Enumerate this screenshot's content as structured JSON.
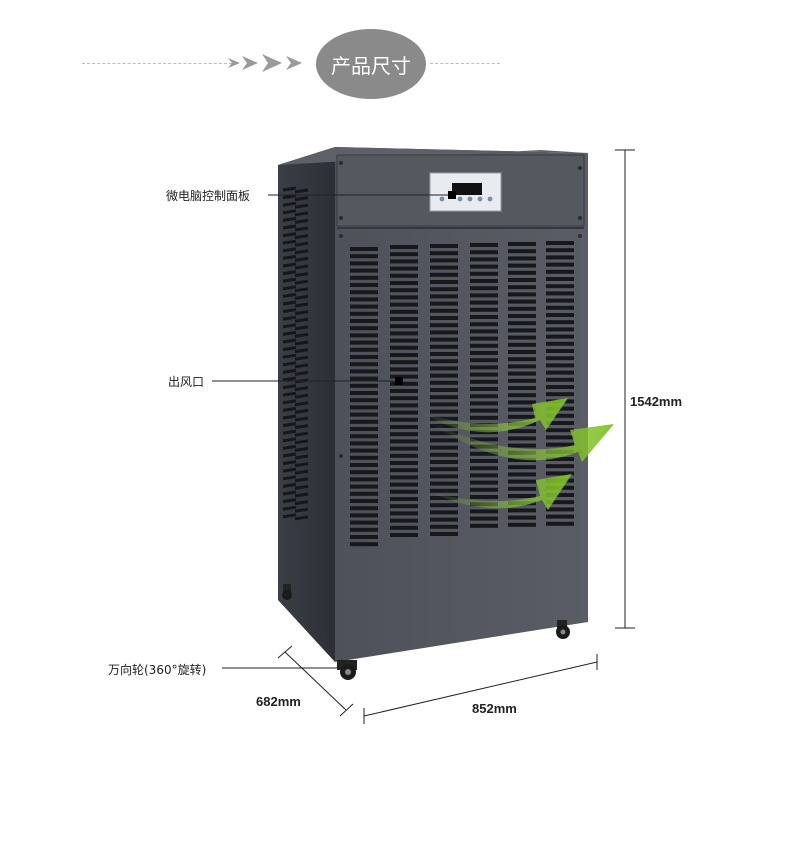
{
  "header": {
    "title": "产品尺寸"
  },
  "labels": {
    "control_panel": "微电脑控制面板",
    "air_outlet": "出风口",
    "caster": "万向轮(360°旋转)"
  },
  "dimensions": {
    "height": "1542mm",
    "depth": "682mm",
    "width": "852mm"
  },
  "colors": {
    "body": "#4a4d55",
    "airflow": "#8cc63f",
    "pill": "#8a8a8a"
  }
}
